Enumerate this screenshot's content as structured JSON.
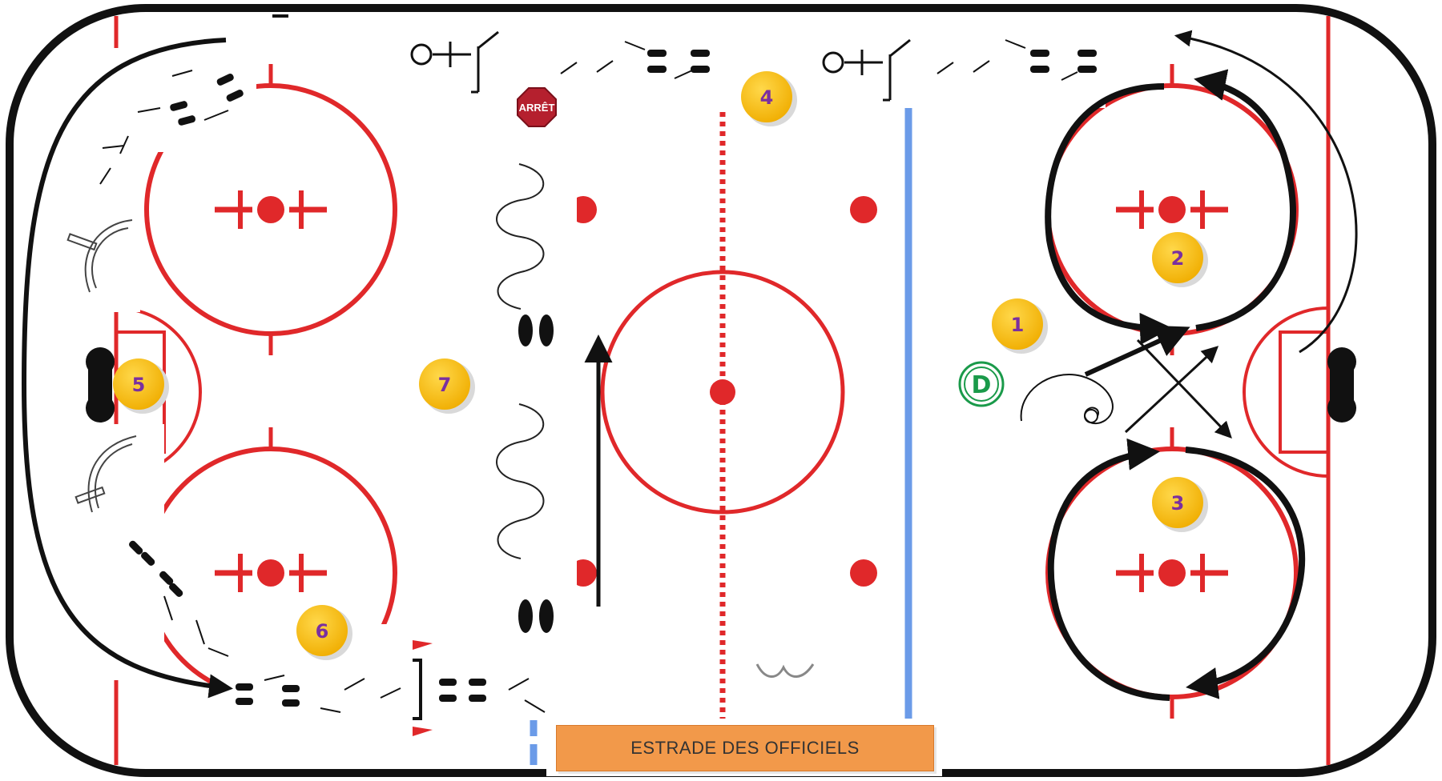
{
  "diagram": {
    "colors": {
      "rink_red": "#e0282a",
      "blue_line": "#6b9be8",
      "marker_yellow": "#f5b800",
      "marker_text": "#7a2fa0",
      "stop_sign": "#b5202e",
      "d_marker": "#1a9a4a",
      "banner_orange": "#f2994a",
      "drill_path": "#111111"
    },
    "markers": [
      "1",
      "2",
      "3",
      "4",
      "5",
      "6",
      "7"
    ],
    "stop_sign_label": "ARRÊT",
    "defense_marker_label": "D",
    "banner_label": "ESTRADE DES OFFICIELS",
    "icons": [
      "stop-sign-icon",
      "player-footprints-icon",
      "pylon-icon",
      "skating-path-icon",
      "curve-arrow-icon",
      "defense-player-icon"
    ]
  }
}
